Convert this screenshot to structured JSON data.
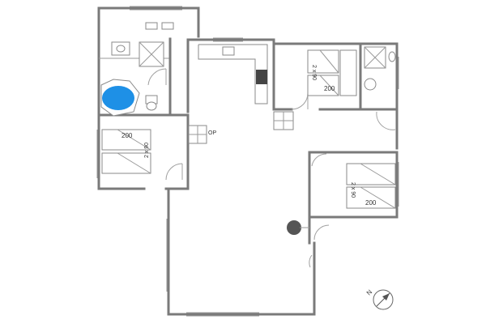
{
  "colors": {
    "wall": "#7a7a7a",
    "bathtub_water": "#1e90e6",
    "stove": "#444444",
    "fireplace": "#555555"
  },
  "bedroom_west": {
    "bed_length": "200",
    "bed_size": "2 x 90"
  },
  "bedroom_north": {
    "bed_length": "200",
    "bed_size": "2 x 90"
  },
  "bedroom_east": {
    "bed_length": "200",
    "bed_size": "2 x 90"
  },
  "stairs": {
    "label": "OP"
  },
  "compass": {
    "label": "N",
    "icon": "compass-icon"
  }
}
